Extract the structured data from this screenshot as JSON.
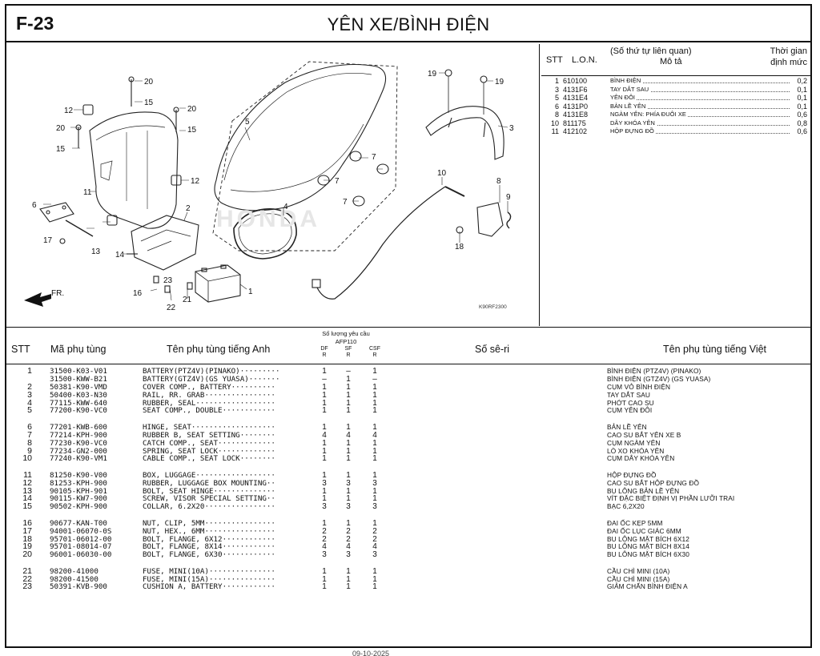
{
  "header": {
    "code": "F-23",
    "title": "YÊN XE/BÌNH ĐIỆN"
  },
  "diagram": {
    "labels": [
      "20",
      "15",
      "20",
      "15",
      "12",
      "20",
      "15",
      "12",
      "11",
      "6",
      "17",
      "13",
      "14",
      "5",
      "7",
      "7",
      "7",
      "4",
      "2",
      "16",
      "23",
      "21",
      "22",
      "1",
      "19",
      "19",
      "3",
      "10",
      "8",
      "9",
      "18"
    ],
    "ref_code": "K90RF2300",
    "direction_mark": "FR.",
    "watermark": "HONDA"
  },
  "labor": {
    "headers": {
      "stt": "STT",
      "lon": "L.O.N.",
      "related": "(Số thứ tự liên quan)",
      "desc": "Mô tả",
      "time1": "Thời gian",
      "time2": "định mức"
    },
    "rows": [
      {
        "stt": "1",
        "lon": "610100",
        "desc": "BÌNH ĐIỆN",
        "time": "0,2"
      },
      {
        "stt": "3",
        "lon": "4131F6",
        "desc": "TAY DẮT SAU",
        "time": "0,1"
      },
      {
        "stt": "5",
        "lon": "4131E4",
        "desc": "YÊN ĐÔI",
        "time": "0,1"
      },
      {
        "stt": "6",
        "lon": "4131P0",
        "desc": "BẢN LỀ YÊN",
        "time": "0,1"
      },
      {
        "stt": "8",
        "lon": "4131E8",
        "desc": "NGÀM YÊN: PHÍA ĐUÔI XE",
        "time": "0,6"
      },
      {
        "stt": "10",
        "lon": "811175",
        "desc": "DÂY KHÓA YÊN",
        "time": "0,8"
      },
      {
        "stt": "11",
        "lon": "412102",
        "desc": "HỘP ĐỰNG ĐỒ",
        "time": "0,6"
      }
    ]
  },
  "parts": {
    "headers": {
      "stt": "STT",
      "part_no": "Mã phụ tùng",
      "name_en": "Tên phụ tùng tiếng Anh",
      "qty": "Số lượng yêu cầu",
      "model": "AFP110",
      "var1a": "DF",
      "var1b": "R",
      "var2a": "SF",
      "var2b": "R",
      "var3a": "CSF",
      "var3b": "R",
      "serial": "Số sê-ri",
      "name_vn": "Tên phụ tùng tiếng Việt"
    },
    "rows": [
      {
        "stt": "1",
        "no": "31500-K03-V01",
        "en": "BATTERY(PTZ4V)(PINAKO)·········",
        "q1": "1",
        "q2": "–",
        "q3": "1",
        "vn": "BÌNH ĐIỆN (PTZ4V) (PINAKO)"
      },
      {
        "stt": "",
        "no": "31500-KWW-B21",
        "en": "BATTERY(GTZ4V)(GS YUASA)·······",
        "q1": "–",
        "q2": "1",
        "q3": "–",
        "vn": "BÌNH ĐIỆN (GTZ4V) (GS YUASA)"
      },
      {
        "stt": "2",
        "no": "50381-K90-VMD",
        "en": "COVER COMP., BATTERY··········",
        "q1": "1",
        "q2": "1",
        "q3": "1",
        "vn": "CỤM VỎ BÌNH ĐIỆN"
      },
      {
        "stt": "3",
        "no": "50400-K03-N30",
        "en": "RAIL, RR. GRAB················",
        "q1": "1",
        "q2": "1",
        "q3": "1",
        "vn": "TAY DẮT SAU"
      },
      {
        "stt": "4",
        "no": "77115-KWW-640",
        "en": "RUBBER, SEAL··················",
        "q1": "1",
        "q2": "1",
        "q3": "1",
        "vn": "PHỚT CAO SU"
      },
      {
        "stt": "5",
        "no": "77200-K90-VC0",
        "en": "SEAT COMP., DOUBLE············",
        "q1": "1",
        "q2": "1",
        "q3": "1",
        "vn": "CỤM YÊN ĐÔI"
      },
      {
        "stt": "6",
        "no": "77201-KWB-600",
        "en": "HINGE, SEAT···················",
        "q1": "1",
        "q2": "1",
        "q3": "1",
        "vn": "BẢN LỀ YÊN",
        "gap": true
      },
      {
        "stt": "7",
        "no": "77214-KPH-900",
        "en": "RUBBER B, SEAT SETTING········",
        "q1": "4",
        "q2": "4",
        "q3": "4",
        "vn": "CAO SU BẮT YÊN XE B"
      },
      {
        "stt": "8",
        "no": "77230-K90-VC0",
        "en": "CATCH COMP., SEAT·············",
        "q1": "1",
        "q2": "1",
        "q3": "1",
        "vn": "CỤM NGÀM YÊN"
      },
      {
        "stt": "9",
        "no": "77234-GN2-000",
        "en": "SPRING, SEAT LOCK·············",
        "q1": "1",
        "q2": "1",
        "q3": "1",
        "vn": "LÒ XO KHÓA YÊN"
      },
      {
        "stt": "10",
        "no": "77240-K90-VM1",
        "en": "CABLE COMP., SEAT LOCK········",
        "q1": "1",
        "q2": "1",
        "q3": "1",
        "vn": "CỤM DÂY KHÓA YÊN"
      },
      {
        "stt": "11",
        "no": "81250-K90-V00",
        "en": "BOX, LUGGAGE··················",
        "q1": "1",
        "q2": "1",
        "q3": "1",
        "vn": "HỘP ĐỰNG ĐỒ",
        "gap": true
      },
      {
        "stt": "12",
        "no": "81253-KPH-900",
        "en": "RUBBER, LUGGAGE BOX MOUNTING··",
        "q1": "3",
        "q2": "3",
        "q3": "3",
        "vn": "CAO SU BẮT HỘP ĐỰNG ĐỒ"
      },
      {
        "stt": "13",
        "no": "90105-KPH-901",
        "en": "BOLT, SEAT HINGE··············",
        "q1": "1",
        "q2": "1",
        "q3": "1",
        "vn": "BU LÔNG BẢN LỀ YÊN"
      },
      {
        "stt": "14",
        "no": "90115-KW7-900",
        "en": "SCREW, VISOR SPECIAL SETTING··",
        "q1": "1",
        "q2": "1",
        "q3": "1",
        "vn": "VÍT ĐẶC BIỆT ĐỊNH VỊ PHẦN LƯỠI TRAI"
      },
      {
        "stt": "15",
        "no": "90502-KPH-900",
        "en": "COLLAR, 6.2X20················",
        "q1": "3",
        "q2": "3",
        "q3": "3",
        "vn": "BẠC 6,2X20"
      },
      {
        "stt": "16",
        "no": "90677-KAN-T00",
        "en": "NUT, CLIP, 5MM················",
        "q1": "1",
        "q2": "1",
        "q3": "1",
        "vn": "ĐAI ỐC KẸP 5MM",
        "gap": true
      },
      {
        "stt": "17",
        "no": "94001-06070-0S",
        "en": "NUT, HEX., 6MM················",
        "q1": "2",
        "q2": "2",
        "q3": "2",
        "vn": "ĐAI ỐC LỤC GIÁC 6MM"
      },
      {
        "stt": "18",
        "no": "95701-06012-00",
        "en": "BOLT, FLANGE, 6X12············",
        "q1": "2",
        "q2": "2",
        "q3": "2",
        "vn": "BU LÔNG MẶT BÍCH 6X12"
      },
      {
        "stt": "19",
        "no": "95701-08014-07",
        "en": "BOLT, FLANGE, 8X14············",
        "q1": "4",
        "q2": "4",
        "q3": "4",
        "vn": "BU LÔNG MẶT BÍCH 8X14"
      },
      {
        "stt": "20",
        "no": "96001-06030-00",
        "en": "BOLT, FLANGE, 6X30············",
        "q1": "3",
        "q2": "3",
        "q3": "3",
        "vn": "BU LÔNG MẶT BÍCH 6X30"
      },
      {
        "stt": "21",
        "no": "98200-41000",
        "en": "FUSE, MINI(10A)···············",
        "q1": "1",
        "q2": "1",
        "q3": "1",
        "vn": "CẦU CHÌ MINI (10A)",
        "gap": true
      },
      {
        "stt": "22",
        "no": "98200-41500",
        "en": "FUSE, MINI(15A)···············",
        "q1": "1",
        "q2": "1",
        "q3": "1",
        "vn": "CẦU CHÌ MINI (15A)"
      },
      {
        "stt": "23",
        "no": "50391-KVB-900",
        "en": "CUSHION A, BATTERY············",
        "q1": "1",
        "q2": "1",
        "q3": "1",
        "vn": "GIẢM CHẤN BÌNH ĐIỆN A"
      }
    ]
  },
  "footer": {
    "date": "09-10-2025"
  }
}
